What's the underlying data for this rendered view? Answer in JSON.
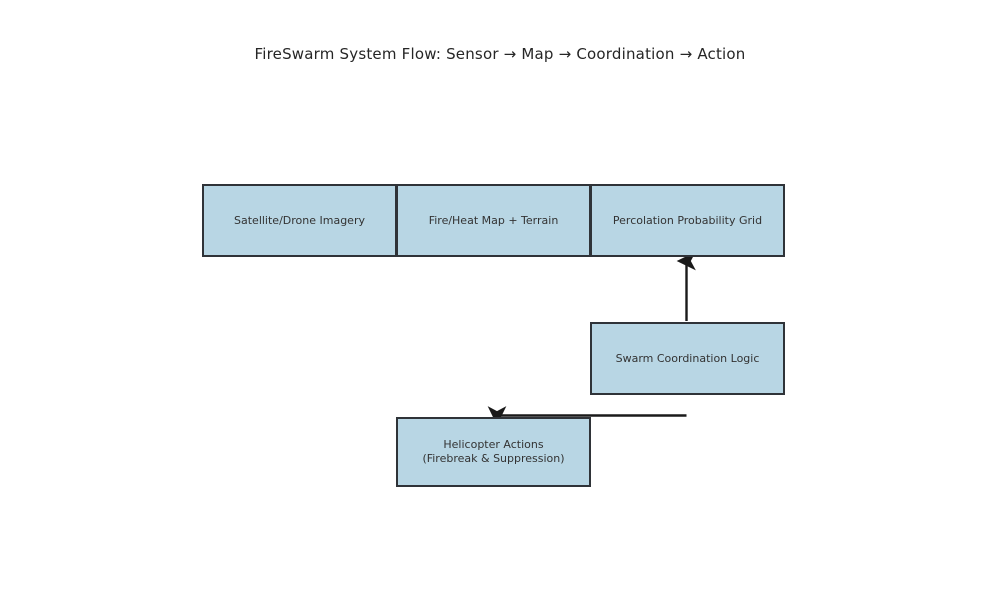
{
  "figure": {
    "title": "FireSwarm System Flow: Sensor → Map → Coordination → Action",
    "background_color": "#ffffff",
    "node_fill_color": "#b8d6e4",
    "node_border_color": "#2f3338",
    "text_color": "#333333",
    "arrow_color": "#1a1a1a"
  },
  "nodes": {
    "sensor": {
      "label": "Satellite/Drone Imagery"
    },
    "map": {
      "label": "Fire/Heat Map + Terrain"
    },
    "grid": {
      "label": "Percolation Probability Grid"
    },
    "swarm": {
      "label": "Swarm Coordination Logic"
    },
    "helicopter": {
      "label": "Helicopter Actions\n(Firebreak & Suppression)"
    }
  },
  "edges": [
    {
      "name": "swarm-to-grid",
      "from": "swarm",
      "to": "grid",
      "direction": "up"
    },
    {
      "name": "swarm-to-helicopter",
      "from": "swarm",
      "to": "helicopter",
      "direction": "left"
    }
  ]
}
